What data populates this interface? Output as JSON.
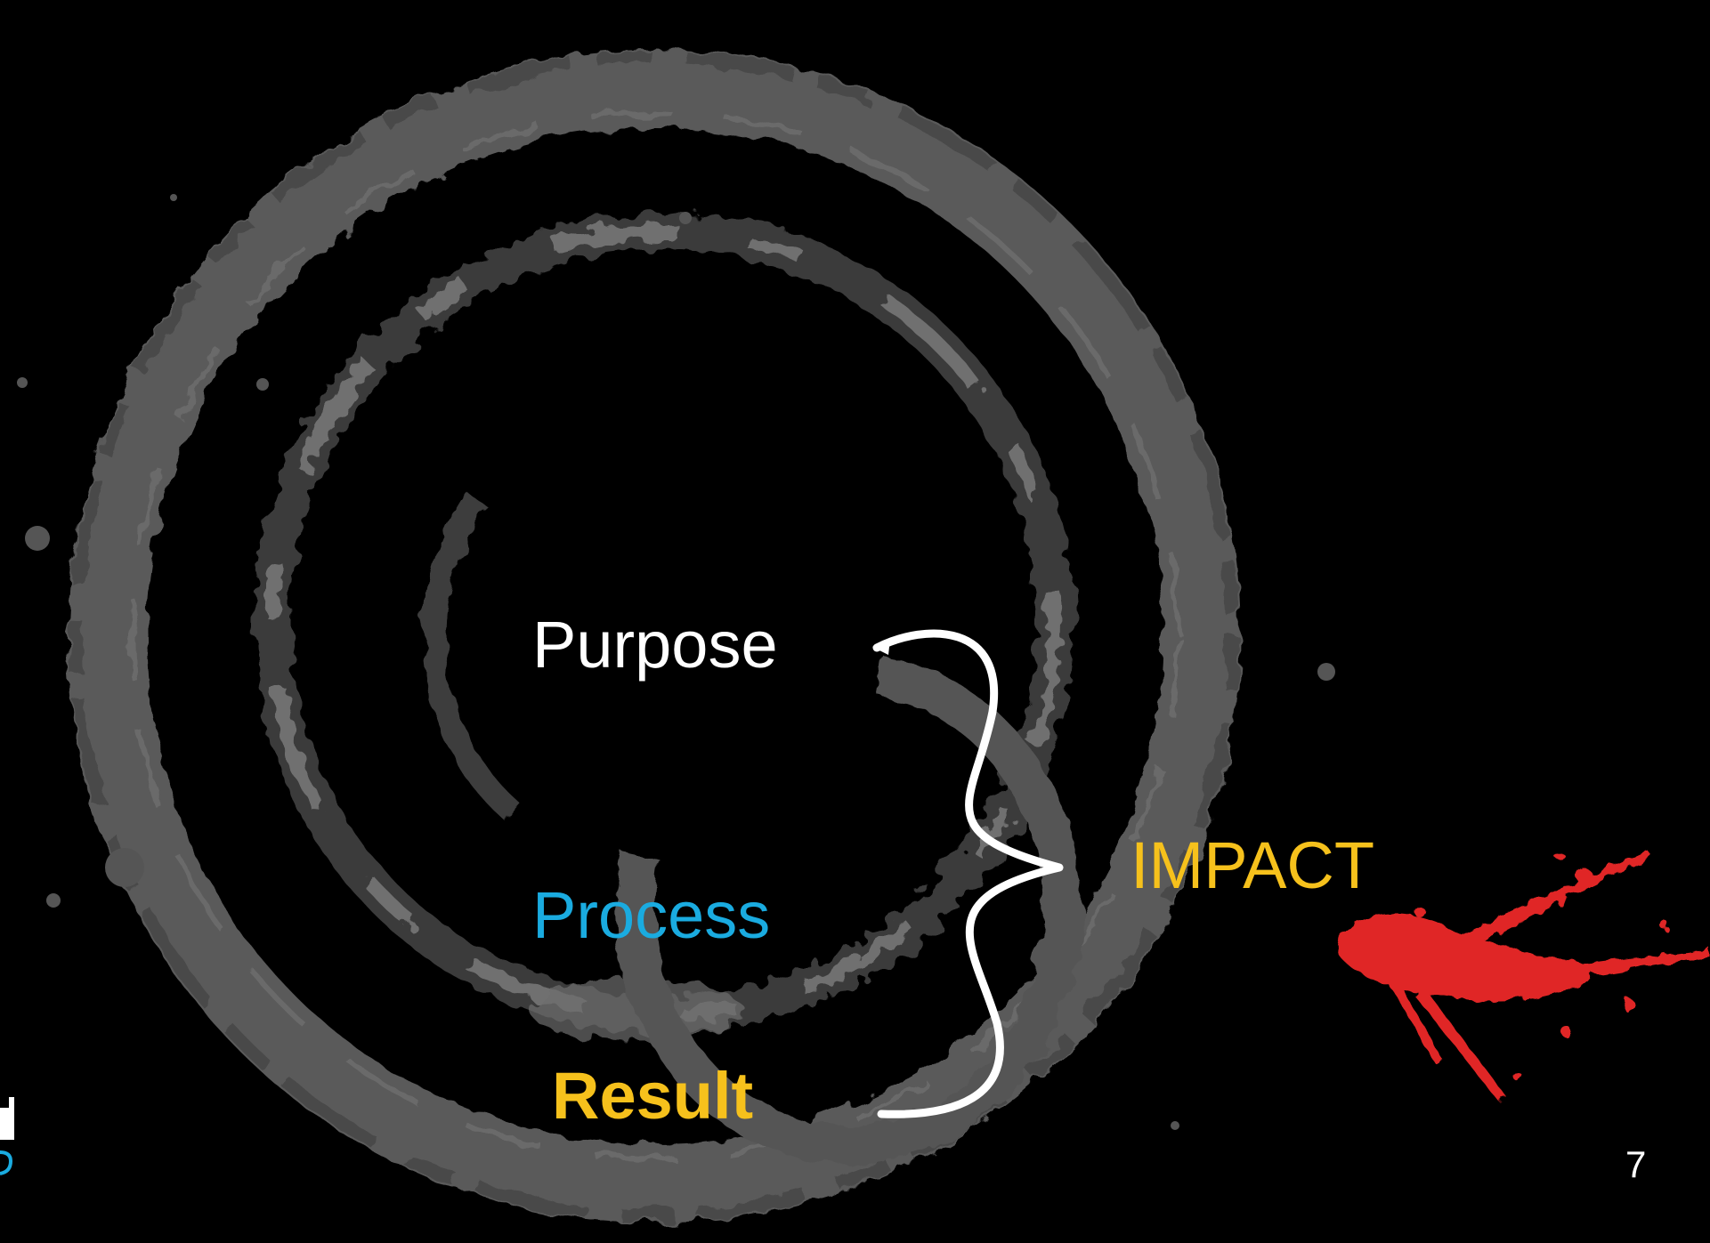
{
  "slide": {
    "background": "#000000",
    "page_number": "7"
  },
  "labels": {
    "purpose": {
      "text": "Purpose",
      "color": "#FFFFFF"
    },
    "process": {
      "text": "Process",
      "color": "#1AABE0"
    },
    "result": {
      "text": "Result",
      "color": "#F6C11C"
    },
    "impact": {
      "text": "IMPACT",
      "color": "#F6C11C"
    }
  },
  "decorations": {
    "rings": [
      "outer-coffee-ring",
      "middle-coffee-ring",
      "inner-coffee-ring"
    ],
    "ring_color": "#5c5c5c",
    "brace": "curly-brace-icon",
    "brace_color": "#FFFFFF",
    "splatter": "red-paint-splatter",
    "splatter_color": "#E02727",
    "logo_color": "#1AABE0"
  }
}
